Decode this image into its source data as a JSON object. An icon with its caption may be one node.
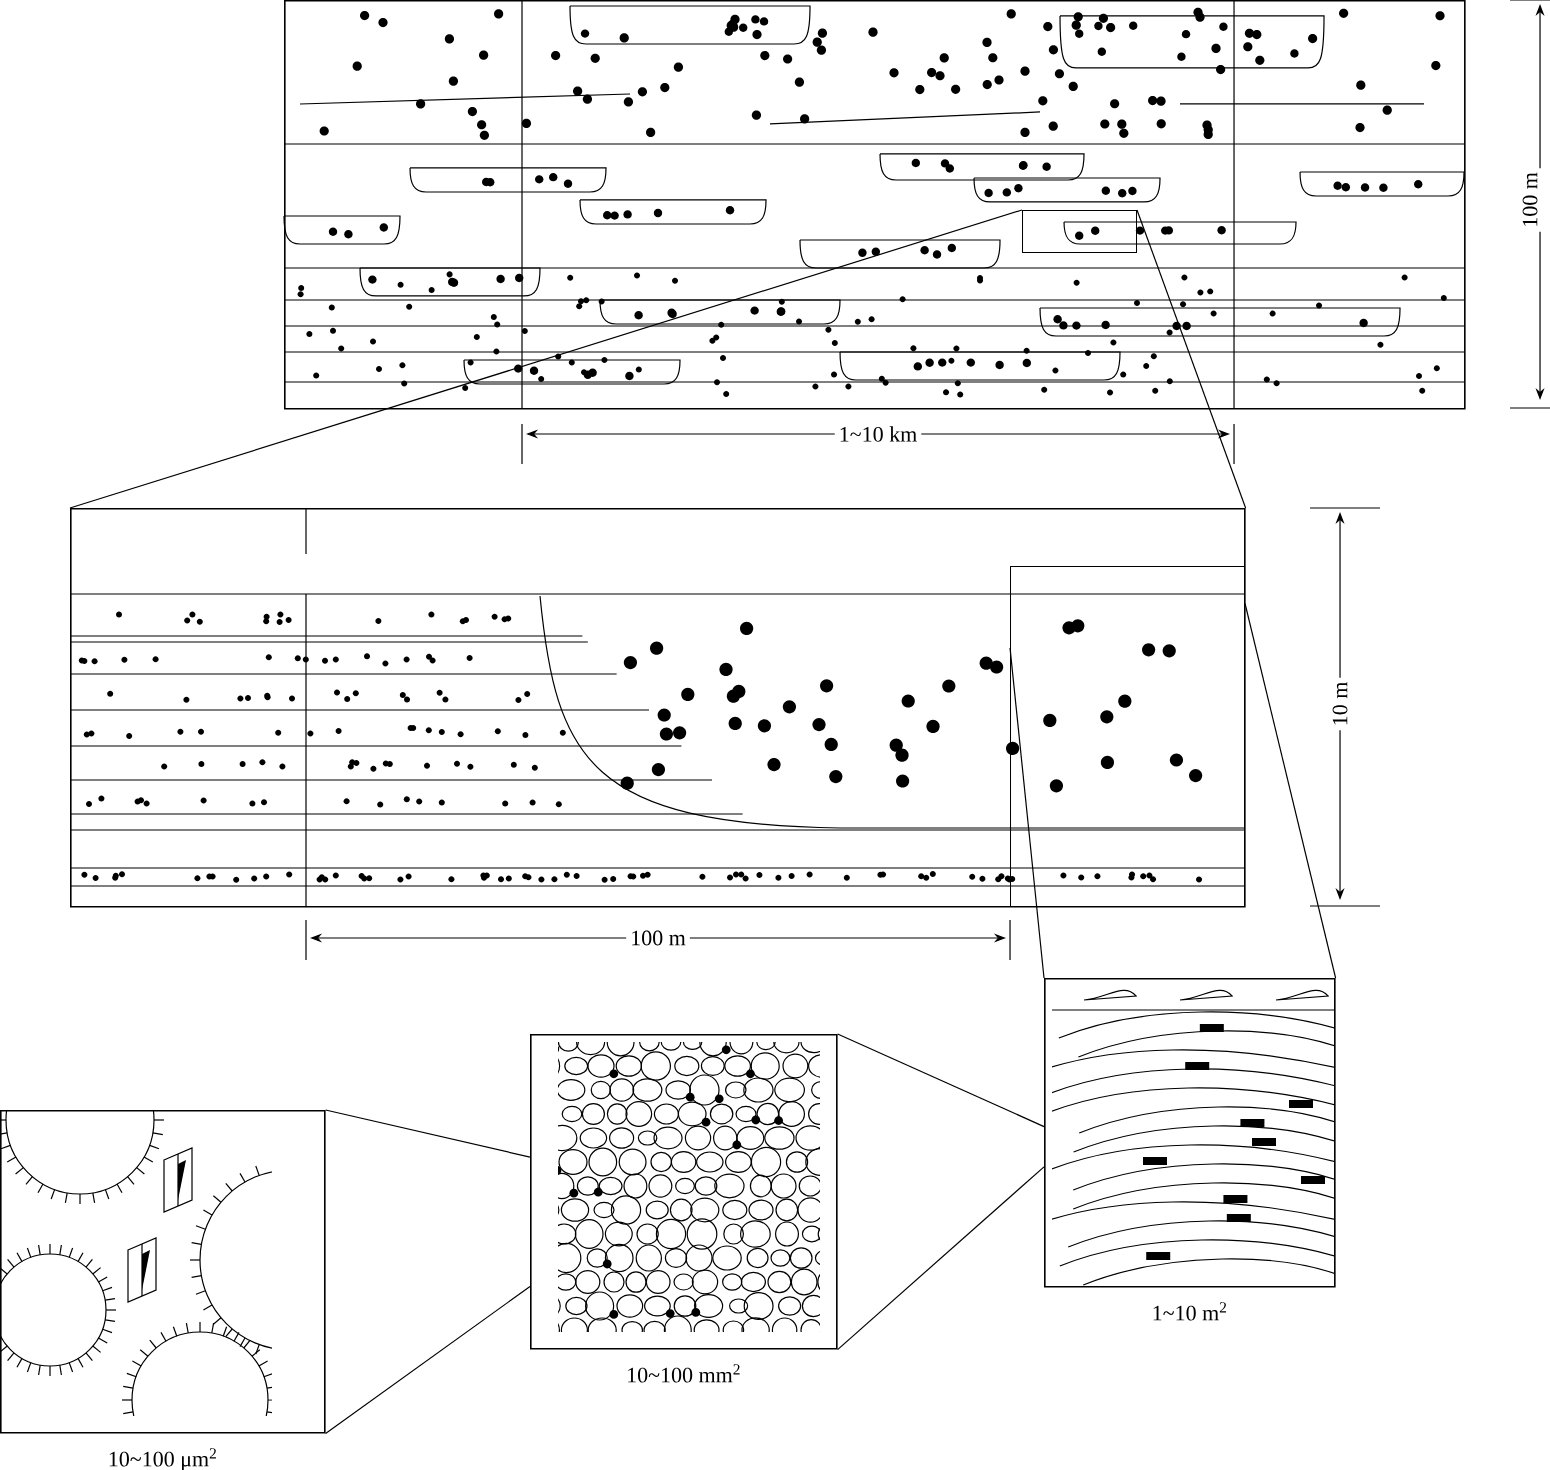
{
  "diagram": {
    "nodes": [
      {
        "text": [],
        "shape": "picture"
      },
      {
        "text": [],
        "shape": "box",
        "in": 0
      },
      {
        "text": [],
        "shape": "picture"
      },
      {
        "text": [],
        "shape": "box",
        "in": 2
      },
      {
        "text": [],
        "shape": "picture",
        "beside": [
          "1~10 m$^{2}$"
        ]
      },
      {
        "text": [],
        "shape": "picture",
        "beside": [
          "10~100 mm$^{2}$"
        ]
      },
      {
        "text": [],
        "shape": "picture",
        "beside": [
          "10~100 μm$^{2}$"
        ]
      }
    ],
    "edges": [
      {
        "from": 1,
        "to": 2,
        "arrow": "none"
      },
      {
        "from": 1,
        "to": 2,
        "arrow": "none"
      },
      {
        "from": 3,
        "to": 4,
        "arrow": "none"
      },
      {
        "from": 3,
        "to": 4,
        "arrow": "none"
      },
      {
        "from": 4,
        "to": 5,
        "arrow": "none"
      },
      {
        "from": 4,
        "to": 5,
        "arrow": "none"
      },
      {
        "from": 5,
        "to": 6,
        "arrow": "none"
      },
      {
        "from": 5,
        "to": 6,
        "arrow": "none"
      }
    ],
    "labels": [
      "100 m",
      "1~10 km",
      "10 m",
      "100 m"
    ]
  }
}
